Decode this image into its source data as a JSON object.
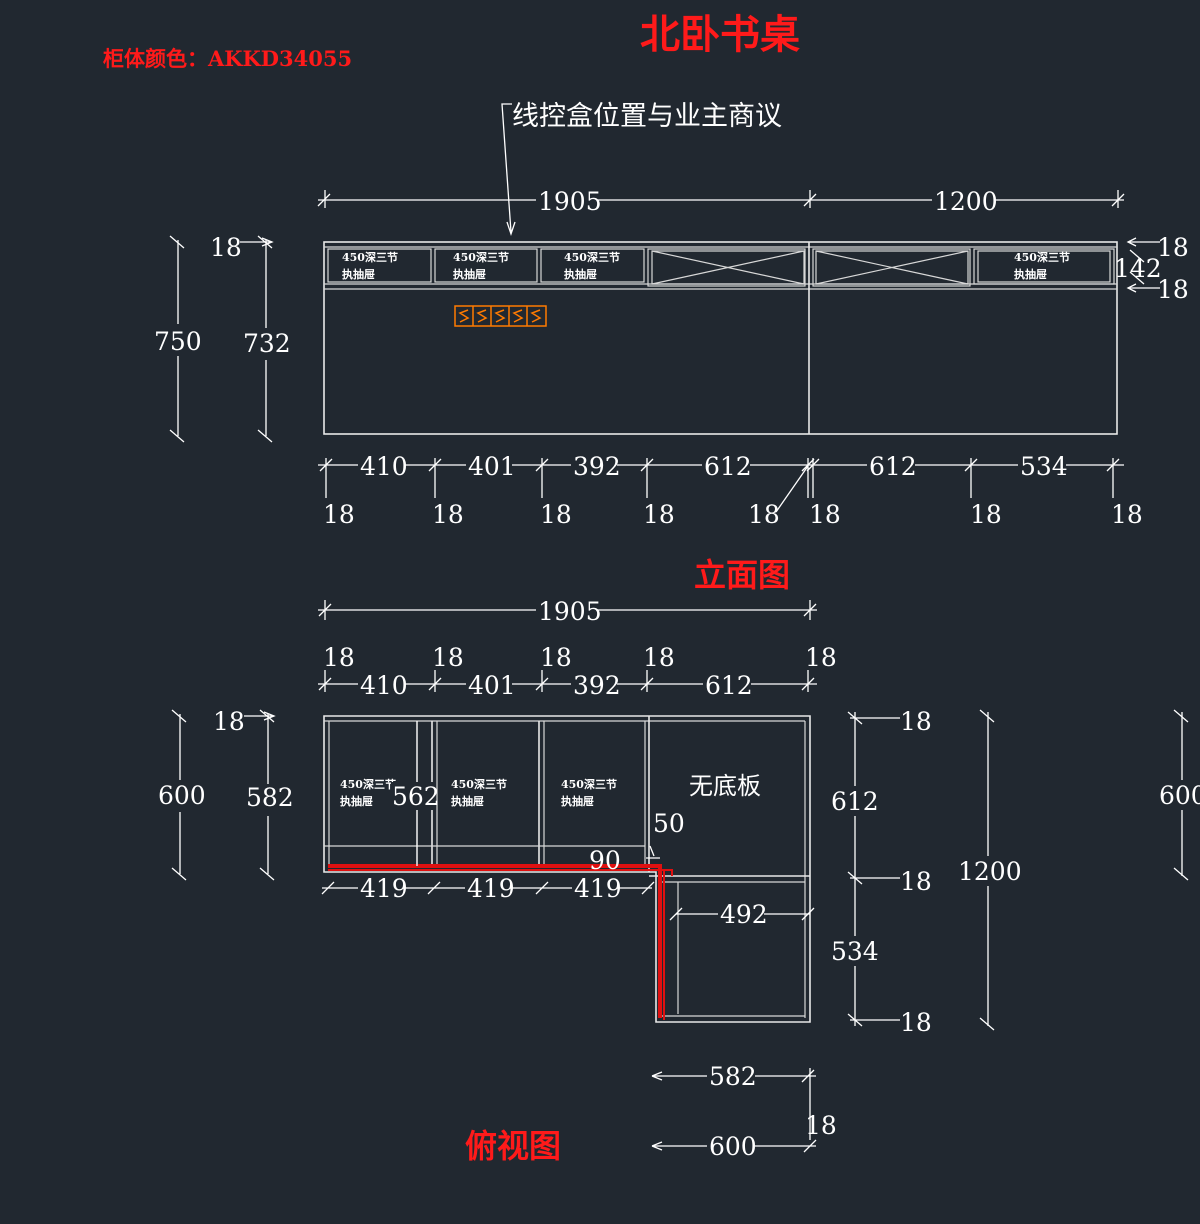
{
  "title": "北卧书桌",
  "cabinet_color": "柜体颜色：AKKD34055",
  "note": "线控盒位置与业主商议",
  "elevation_label": "立面图",
  "plan_label": "俯视图",
  "no_bottom": "无底板",
  "drawer_line1": "450深三节",
  "drawer_line2": "执抽屉",
  "colors": {
    "title": "#ff1a1a",
    "line": "#e8e8e8",
    "edge_band": "#e01010",
    "socket": "#ff7a00",
    "background": "#212830"
  },
  "elevation": {
    "top": {
      "d1": "1905",
      "d2": "1200"
    },
    "left": {
      "t": "18",
      "h1": "750",
      "h2": "732"
    },
    "right": {
      "a": "18",
      "b": "142",
      "c": "18"
    },
    "bottom": {
      "w1": "410",
      "w2": "401",
      "w3": "392",
      "w4": "612",
      "w5": "612",
      "w6": "534"
    },
    "panels": {
      "p1": "18",
      "p2": "18",
      "p3": "18",
      "p4": "18",
      "p5": "18",
      "p6": "18",
      "p7": "18",
      "p8": "18"
    }
  },
  "plan": {
    "top": {
      "total": "1905",
      "w1": "410",
      "w2": "401",
      "w3": "392",
      "w4": "612"
    },
    "topthk": {
      "t1": "18",
      "t2": "18",
      "t3": "18",
      "t4": "18",
      "t5": "18"
    },
    "left": {
      "t": "18",
      "d1": "600",
      "d2": "582"
    },
    "inner": {
      "d": "562",
      "x": "50",
      "y": "90"
    },
    "bottom": {
      "a": "419",
      "b": "419",
      "c": "419"
    },
    "ret": {
      "w": "492"
    },
    "right": {
      "a": "18",
      "b": "612",
      "c": "18",
      "d": "534",
      "e": "18",
      "total": "1200",
      "edge": "600"
    },
    "foot": {
      "a": "582",
      "b": "18",
      "c": "600"
    }
  }
}
